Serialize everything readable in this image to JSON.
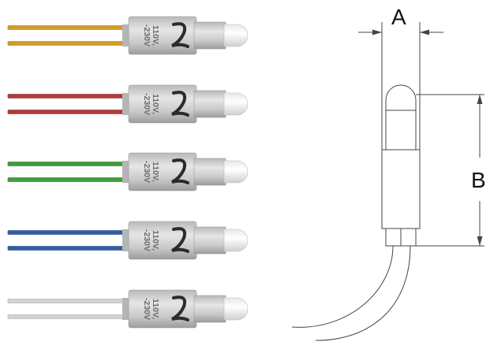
{
  "voltage_label_line1": "110V,",
  "voltage_label_line2": "-230V",
  "dimensions": {
    "a_label": "A",
    "b_label": "B"
  },
  "lamps": [
    {
      "name": "lamp-orange",
      "wire_color": "#d49a2a",
      "wire_dark": "#a87414"
    },
    {
      "name": "lamp-red",
      "wire_color": "#b13b3b",
      "wire_dark": "#7c2424"
    },
    {
      "name": "lamp-green",
      "wire_color": "#3f9d3a",
      "wire_dark": "#2a6f26"
    },
    {
      "name": "lamp-blue",
      "wire_color": "#2f5fa6",
      "wire_dark": "#1f3f73"
    },
    {
      "name": "lamp-white",
      "wire_color": "#d3d3d3",
      "wire_dark": "#a8a8a8"
    }
  ],
  "colors": {
    "body": "#c8c8c8",
    "body_dark": "#9e9e9e",
    "line": "#444444"
  }
}
